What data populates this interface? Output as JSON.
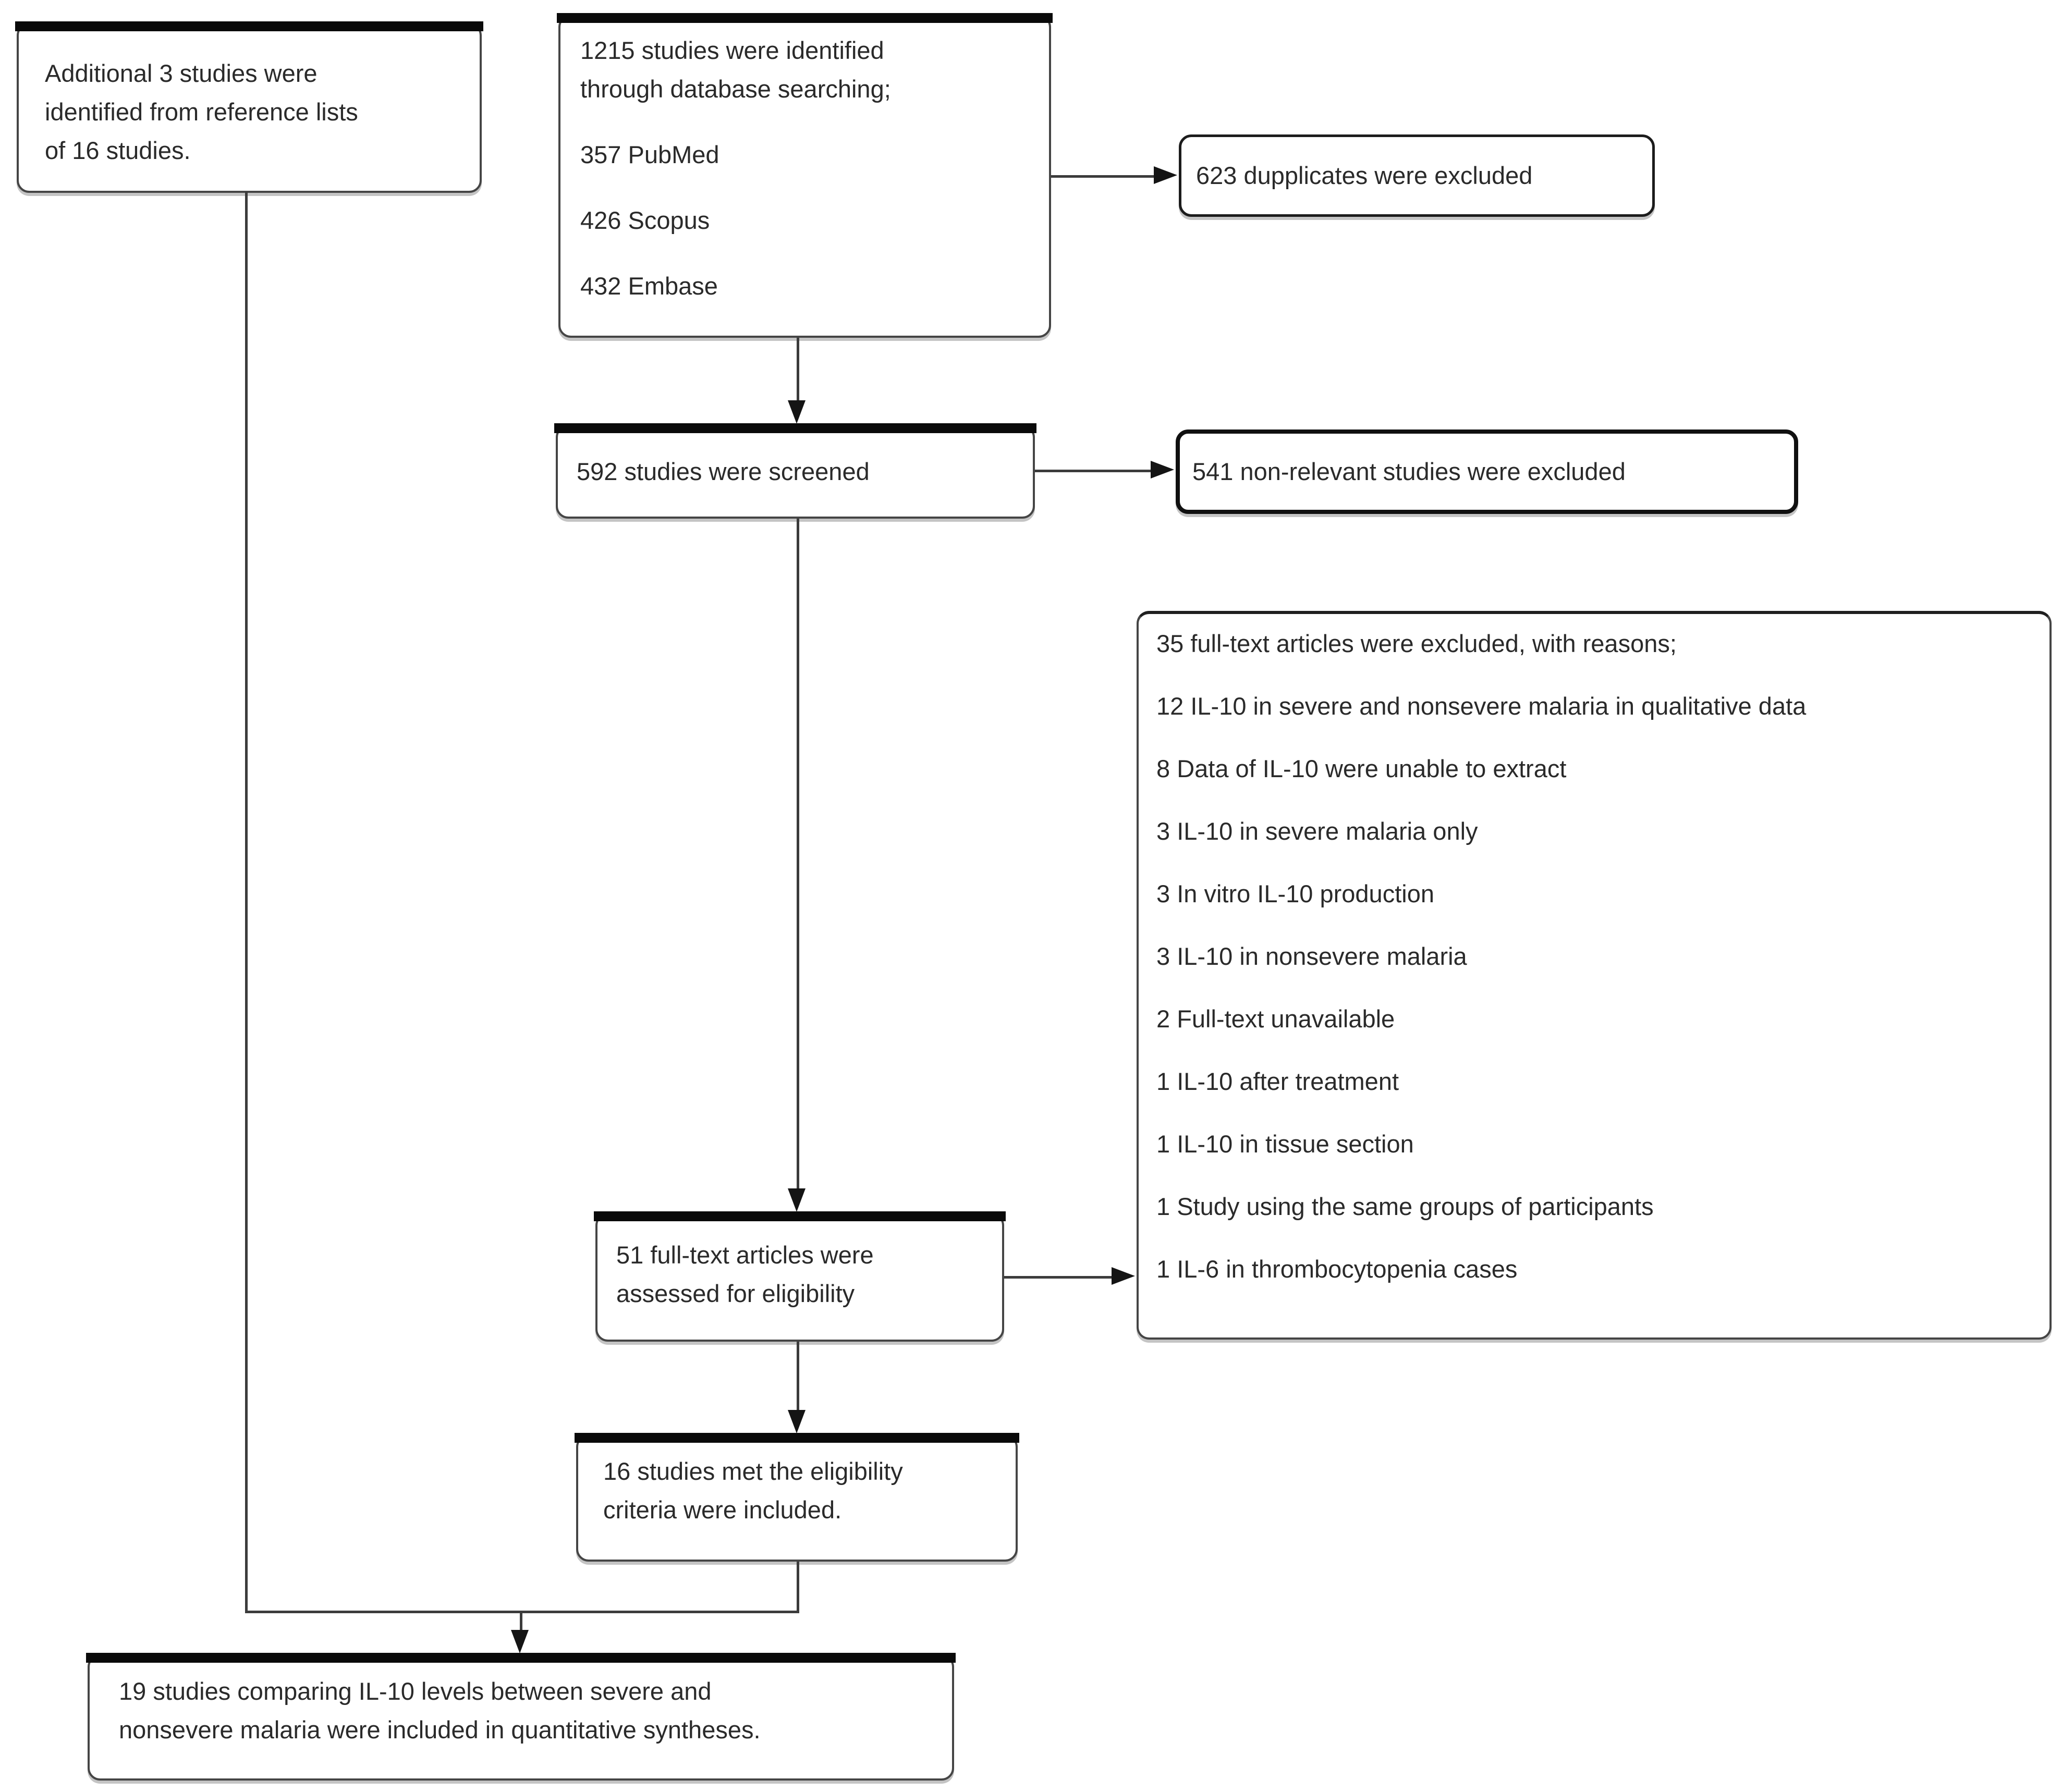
{
  "diagram": {
    "background_color": "#ffffff",
    "line_color": "#3c3c3c",
    "text_color": "#2a2a2a",
    "boxes": {
      "reference_studies": {
        "text": "Additional 3 studies were\nidentified from reference lists\nof 16 studies."
      },
      "identified": {
        "lines": [
          "1215 studies were identified\nthrough database searching;",
          "357 PubMed",
          "426 Scopus",
          "432 Embase"
        ]
      },
      "duplicates_excluded": {
        "text": "623 dupplicates were excluded"
      },
      "screened": {
        "text": "592 studies were screened"
      },
      "nonrelevant_excluded": {
        "text": "541 non-relevant studies were excluded"
      },
      "fulltext_excluded": {
        "lines": [
          "35 full-text articles were excluded, with reasons;",
          "12 IL-10 in severe and nonsevere malaria in qualitative data",
          "8 Data of IL-10 were unable to extract",
          "3 IL-10 in severe malaria only",
          "3 In vitro IL-10 production",
          "3 IL-10 in nonsevere malaria",
          "2 Full-text unavailable",
          "1 IL-10 after treatment",
          "1 IL-10 in tissue section",
          "1 Study using the same groups of participants",
          "1 IL-6 in thrombocytopenia cases"
        ]
      },
      "assessed": {
        "text": "51 full-text articles were\nassessed for eligibility"
      },
      "eligibility_met": {
        "text": "16 studies met the eligibility\ncriteria were included."
      },
      "quantitative_synthesis": {
        "text": "19 studies comparing IL-10 levels between severe and\nnonsevere malaria were included in quantitative syntheses."
      }
    }
  }
}
